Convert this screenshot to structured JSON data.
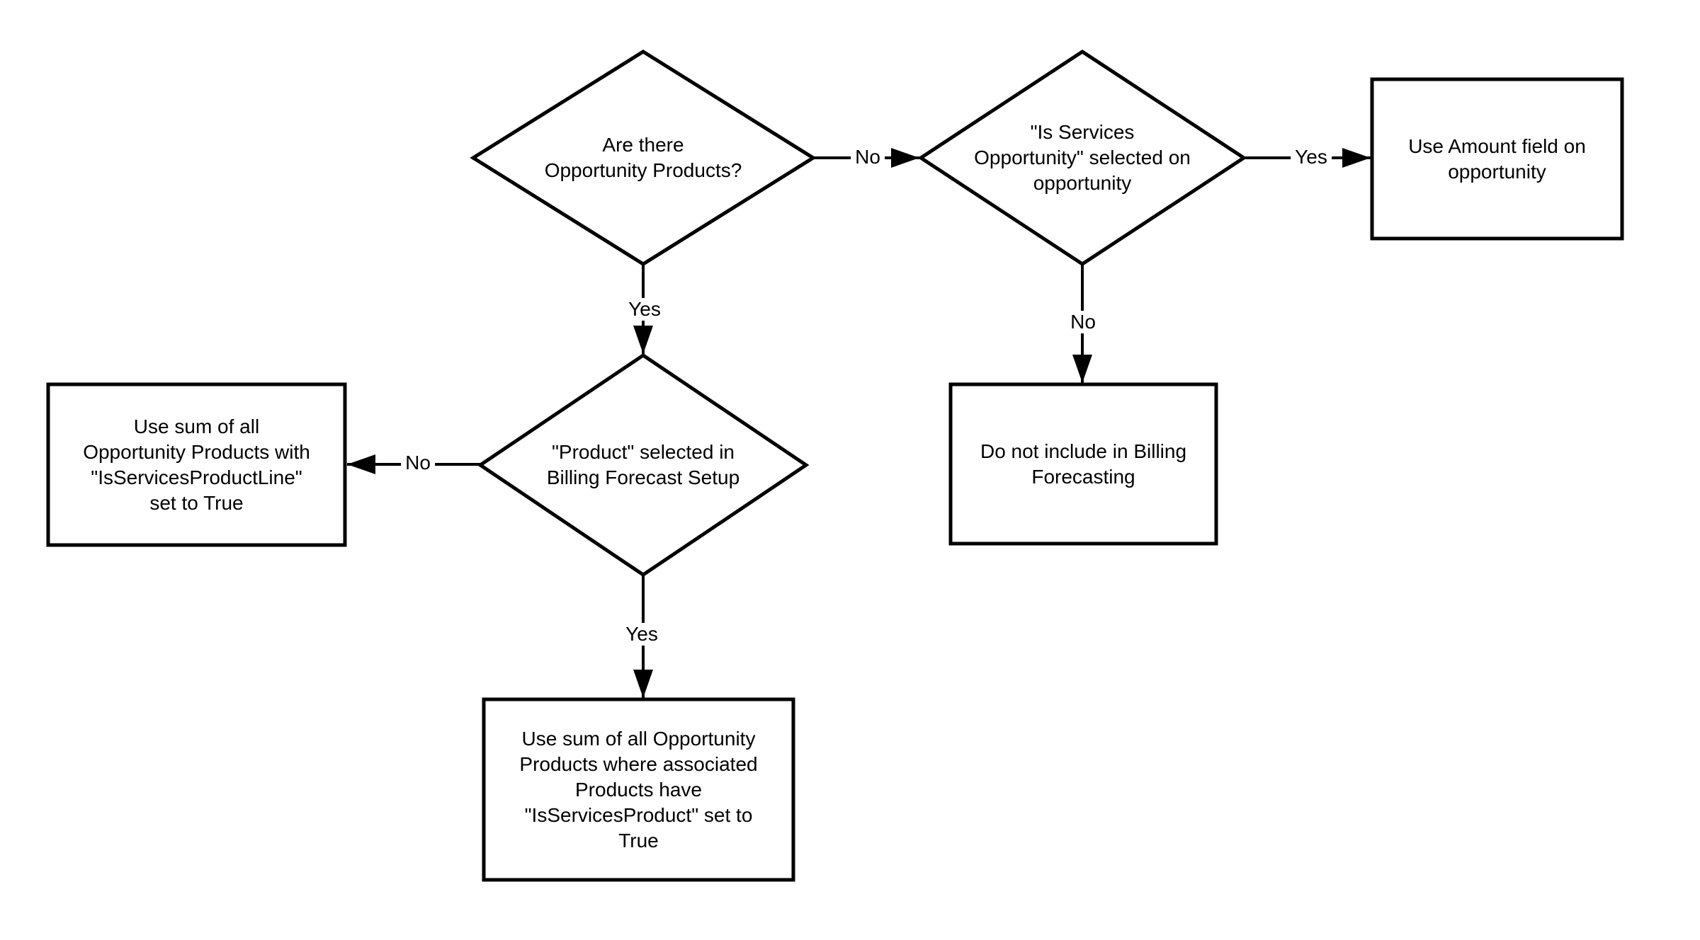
{
  "flowchart": {
    "background_color": "#ffffff",
    "line_color": "#000000",
    "text_color": "#000000",
    "nodes": [
      {
        "id": "are-there-opportunity-products",
        "shape": "decision",
        "label": "Are there\nOpportunity Products?"
      },
      {
        "id": "is-services-opportunity-selected",
        "shape": "decision",
        "label": "\"Is Services\nOpportunity\" selected on\nopportunity"
      },
      {
        "id": "use-amount-field",
        "shape": "process",
        "label": "Use Amount field on\nopportunity"
      },
      {
        "id": "product-selected-in-billing-forecast-setup",
        "shape": "decision",
        "label": "\"Product\" selected in\nBilling Forecast Setup"
      },
      {
        "id": "use-sum-isservicesproductline",
        "shape": "process",
        "label": "Use sum of all\nOpportunity Products with\n\"IsServicesProductLine\"\nset to True"
      },
      {
        "id": "do-not-include",
        "shape": "process",
        "label": "Do not include in Billing\nForecasting"
      },
      {
        "id": "use-sum-isservicesproduct",
        "shape": "process",
        "label": "Use sum of all Opportunity\nProducts where associated\nProducts have\n\"IsServicesProduct\" set to\nTrue"
      }
    ],
    "edges": [
      {
        "from": "are-there-opportunity-products",
        "to": "is-services-opportunity-selected",
        "label": "No"
      },
      {
        "from": "is-services-opportunity-selected",
        "to": "use-amount-field",
        "label": "Yes"
      },
      {
        "from": "are-there-opportunity-products",
        "to": "product-selected-in-billing-forecast-setup",
        "label": "Yes"
      },
      {
        "from": "is-services-opportunity-selected",
        "to": "do-not-include",
        "label": "No"
      },
      {
        "from": "product-selected-in-billing-forecast-setup",
        "to": "use-sum-isservicesproductline",
        "label": "No"
      },
      {
        "from": "product-selected-in-billing-forecast-setup",
        "to": "use-sum-isservicesproduct",
        "label": "Yes"
      }
    ]
  }
}
